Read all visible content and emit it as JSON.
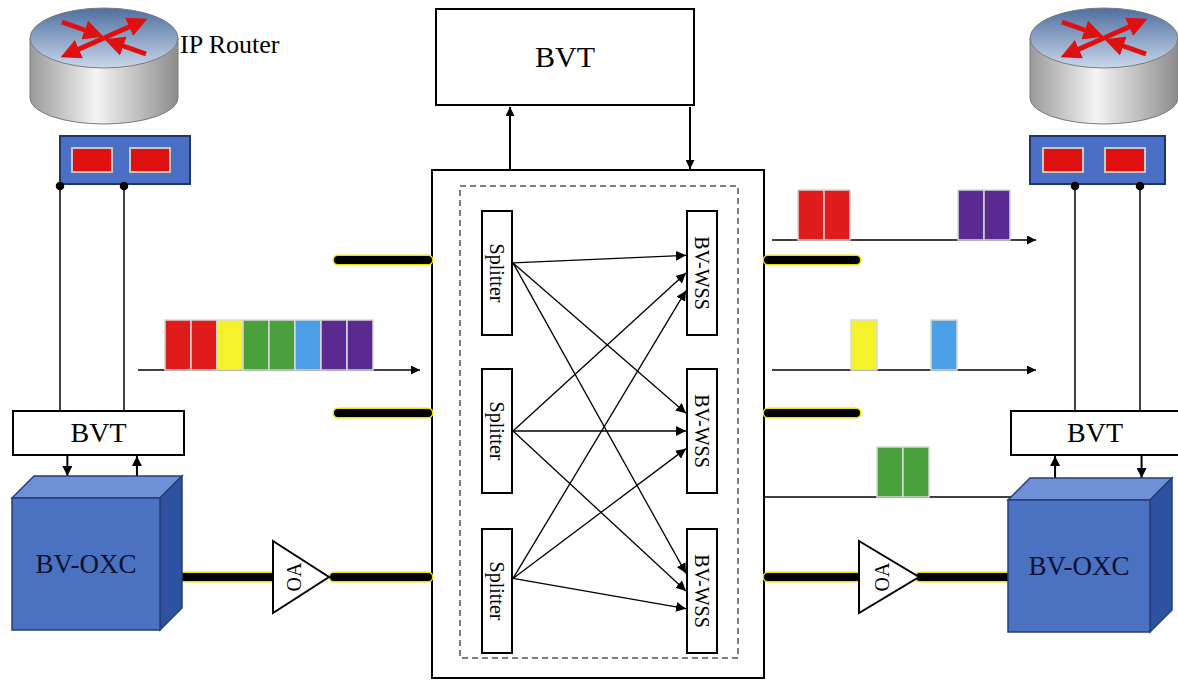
{
  "diagram": {
    "nodes": [
      {
        "text": [
          "BVT"
        ]
      },
      {
        "text": [
          "Splitter"
        ]
      },
      {
        "text": [
          "BV-WSS"
        ]
      },
      {
        "text": [
          "Splitter"
        ]
      },
      {
        "text": [
          "BV-WSS"
        ]
      },
      {
        "text": [
          "Splitter"
        ]
      },
      {
        "text": [
          "BV-WSS"
        ]
      },
      {
        "text": [
          "BVT"
        ]
      },
      {
        "text": [
          "BVT"
        ]
      },
      {
        "text": [
          "BV-OXC"
        ]
      },
      {
        "text": [
          "OA"
        ]
      },
      {
        "text": [
          "OA"
        ]
      },
      {
        "text": [
          "BV-OXC"
        ]
      }
    ],
    "edges": [
      {
        "from": 1,
        "to": 2,
        "arrow": "to"
      },
      {
        "from": 1,
        "to": 4,
        "arrow": "to"
      },
      {
        "from": 1,
        "to": 6,
        "arrow": "to"
      },
      {
        "from": 3,
        "to": 2,
        "arrow": "to"
      },
      {
        "from": 3,
        "to": 4,
        "arrow": "to"
      },
      {
        "from": 3,
        "to": 6,
        "arrow": "to"
      },
      {
        "from": 5,
        "to": 2,
        "arrow": "to"
      },
      {
        "from": 5,
        "to": 4,
        "arrow": "to"
      },
      {
        "from": 5,
        "to": 6,
        "arrow": "to"
      },
      {
        "from": 7,
        "to": 9,
        "arrow": "to"
      },
      {
        "from": 9,
        "to": 7,
        "arrow": "to"
      },
      {
        "from": 12,
        "to": 8,
        "arrow": "to"
      },
      {
        "from": 8,
        "to": 12,
        "arrow": "to"
      },
      {
        "from": 9,
        "to": 10,
        "arrow": "none"
      },
      {
        "from": 11,
        "to": 12,
        "arrow": "none"
      }
    ],
    "labels": [
      "IP Router"
    ]
  }
}
